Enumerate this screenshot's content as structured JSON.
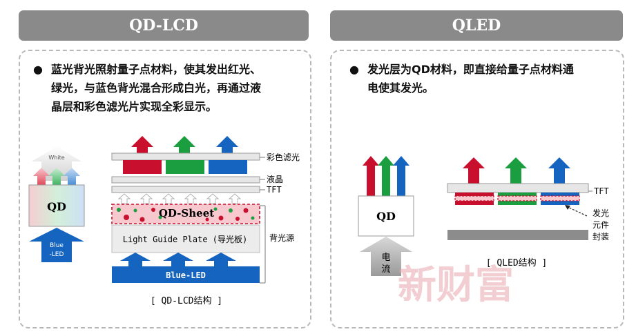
{
  "left": {
    "title": "QD-LCD",
    "bullet": "蓝光背光照射量子点材料，使其发出红光、绿光，与蓝色背光混合形成白光，再通过液晶层和彩色滤光片实现全彩显示。",
    "bullet_lines": [
      "蓝光背光照射量子点材料，使其发出红光、",
      "绿光，与蓝色背光混合形成白光，再通过液",
      "晶层和彩色滤光片实现全彩显示。"
    ],
    "white_label": "White",
    "qd_label": "QD",
    "blue_led_small": [
      "Blue",
      "-LED"
    ],
    "layer_color_filter": "彩色滤光",
    "layer_liquid_crystal": "液晶",
    "layer_tft": "TFT",
    "qd_sheet": "QD-Sheet",
    "light_guide": "Light Guide Plate (导光板)",
    "backlight_label": "背光源",
    "blue_led_bar": "Blue-LED",
    "caption": "[ QD-LCD结构 ]"
  },
  "right": {
    "title": "QLED",
    "bullet": "发光层为QD材料，即直接给量子点材料通电使其发光。",
    "bullet_lines": [
      "发光层为QD材料，即直接给量子点材料通",
      "电使其发光。"
    ],
    "qd_label": "QD",
    "current_label": [
      "电",
      "流"
    ],
    "tft_label": "TFT",
    "emitter_label": [
      "发光",
      "元件"
    ],
    "encap_label": "封装",
    "caption": "[ QLED结构 ]"
  },
  "watermark": "新财富",
  "colors": {
    "red": "#c8102e",
    "green": "#1a9e3f",
    "blue": "#1565c0",
    "header_gray": "#8a8a8a",
    "qd_sheet_pink": "#f7c9cf"
  }
}
